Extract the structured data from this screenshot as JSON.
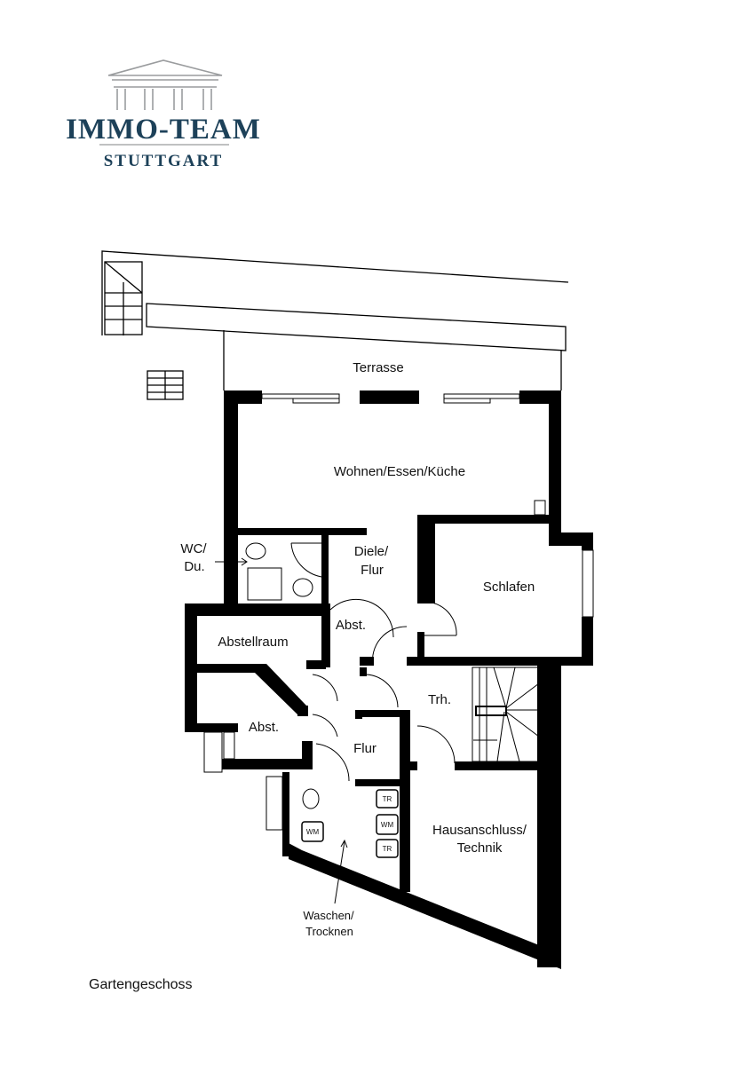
{
  "logo": {
    "name": "IMMO-TEAM",
    "city": "STUTTGART",
    "color": "#1d4159",
    "temple_color": "#9a9c9e"
  },
  "rooms": {
    "terrasse": "Terrasse",
    "wohnen": "Wohnen/Essen/Küche",
    "wc_line1": "WC/",
    "wc_line2": "Du.",
    "diele_line1": "Diele/",
    "diele_line2": "Flur",
    "schlafen": "Schlafen",
    "abst1": "Abst.",
    "abstellraum": "Abstellraum",
    "trh": "Trh.",
    "abst2": "Abst.",
    "flur": "Flur",
    "hausanschluss_line1": "Hausanschluss/",
    "hausanschluss_line2": "Technik",
    "waschen_line1": "Waschen/",
    "waschen_line2": "Trocknen"
  },
  "appliances": {
    "tr1": "TR",
    "wm1": "WM",
    "tr2": "TR",
    "wm2": "WM"
  },
  "floor_name": "Gartengeschoss"
}
